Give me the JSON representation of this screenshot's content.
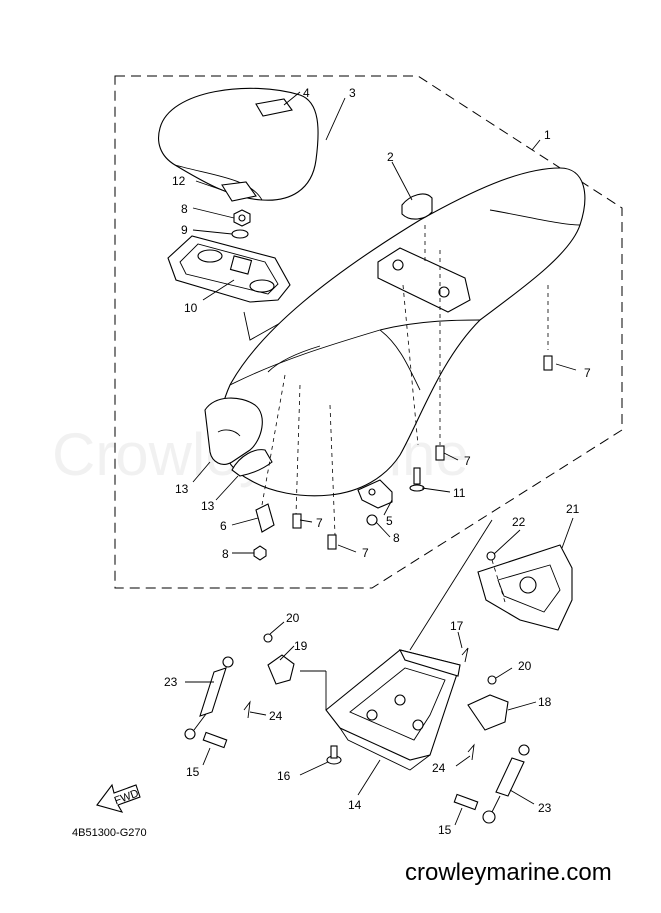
{
  "watermark": "Crowley Marine",
  "drawing_code": "4B51300-G270",
  "site_url": "crowleymarine.com",
  "fwd_label": "FWD",
  "callouts": {
    "c1": "1",
    "c2": "2",
    "c3": "3",
    "c4": "4",
    "c5": "5",
    "c6": "6",
    "c7a": "7",
    "c7b": "7",
    "c7c": "7",
    "c7d": "7",
    "c8a": "8",
    "c8b": "8",
    "c8c": "8",
    "c9": "9",
    "c10": "10",
    "c11": "11",
    "c12": "12",
    "c13a": "13",
    "c13b": "13",
    "c14": "14",
    "c15a": "15",
    "c15b": "15",
    "c16": "16",
    "c17": "17",
    "c18": "18",
    "c19": "19",
    "c20a": "20",
    "c20b": "20",
    "c21": "21",
    "c22": "22",
    "c23a": "23",
    "c23b": "23",
    "c24a": "24",
    "c24b": "24"
  }
}
